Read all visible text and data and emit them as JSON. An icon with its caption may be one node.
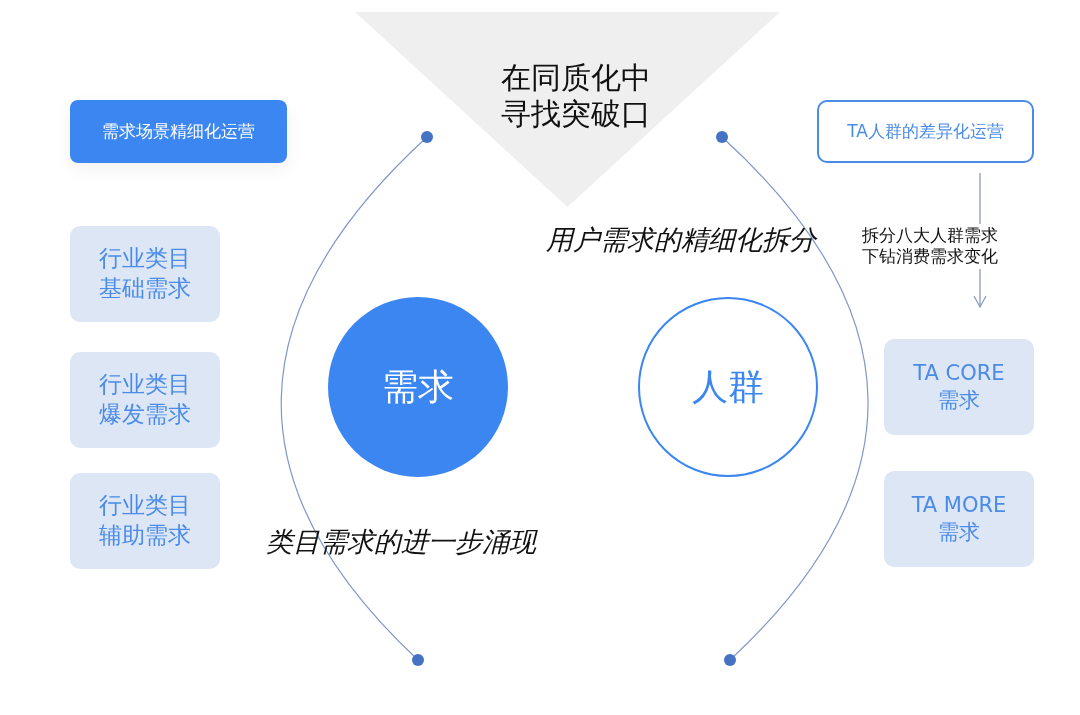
{
  "diagram": {
    "nodes": [
      {
        "text": [
          "在同质化中寻找突破口"
        ]
      },
      {
        "text": [
          "需求场景精细化运营"
        ]
      },
      {
        "text": [
          "行业类目基础需求"
        ]
      },
      {
        "text": [
          "行业类目爆发需求"
        ]
      },
      {
        "text": [
          "行业类目辅助需求"
        ]
      },
      {
        "text": [
          "需求"
        ]
      },
      {
        "text": [
          "人群"
        ]
      },
      {
        "text": [
          "TA人群的差异化运营"
        ]
      },
      {
        "text": [
          "TA CORE 需求"
        ]
      },
      {
        "text": [
          "TA MORE 需求"
        ]
      }
    ],
    "edges": [
      {
        "from": 7,
        "to": 8,
        "arrow": "to",
        "label": "拆分八大人群需求下钻消费需求变化"
      }
    ],
    "labels": [
      "用户需求的精细化拆分",
      "类目需求的进一步涌现"
    ]
  }
}
